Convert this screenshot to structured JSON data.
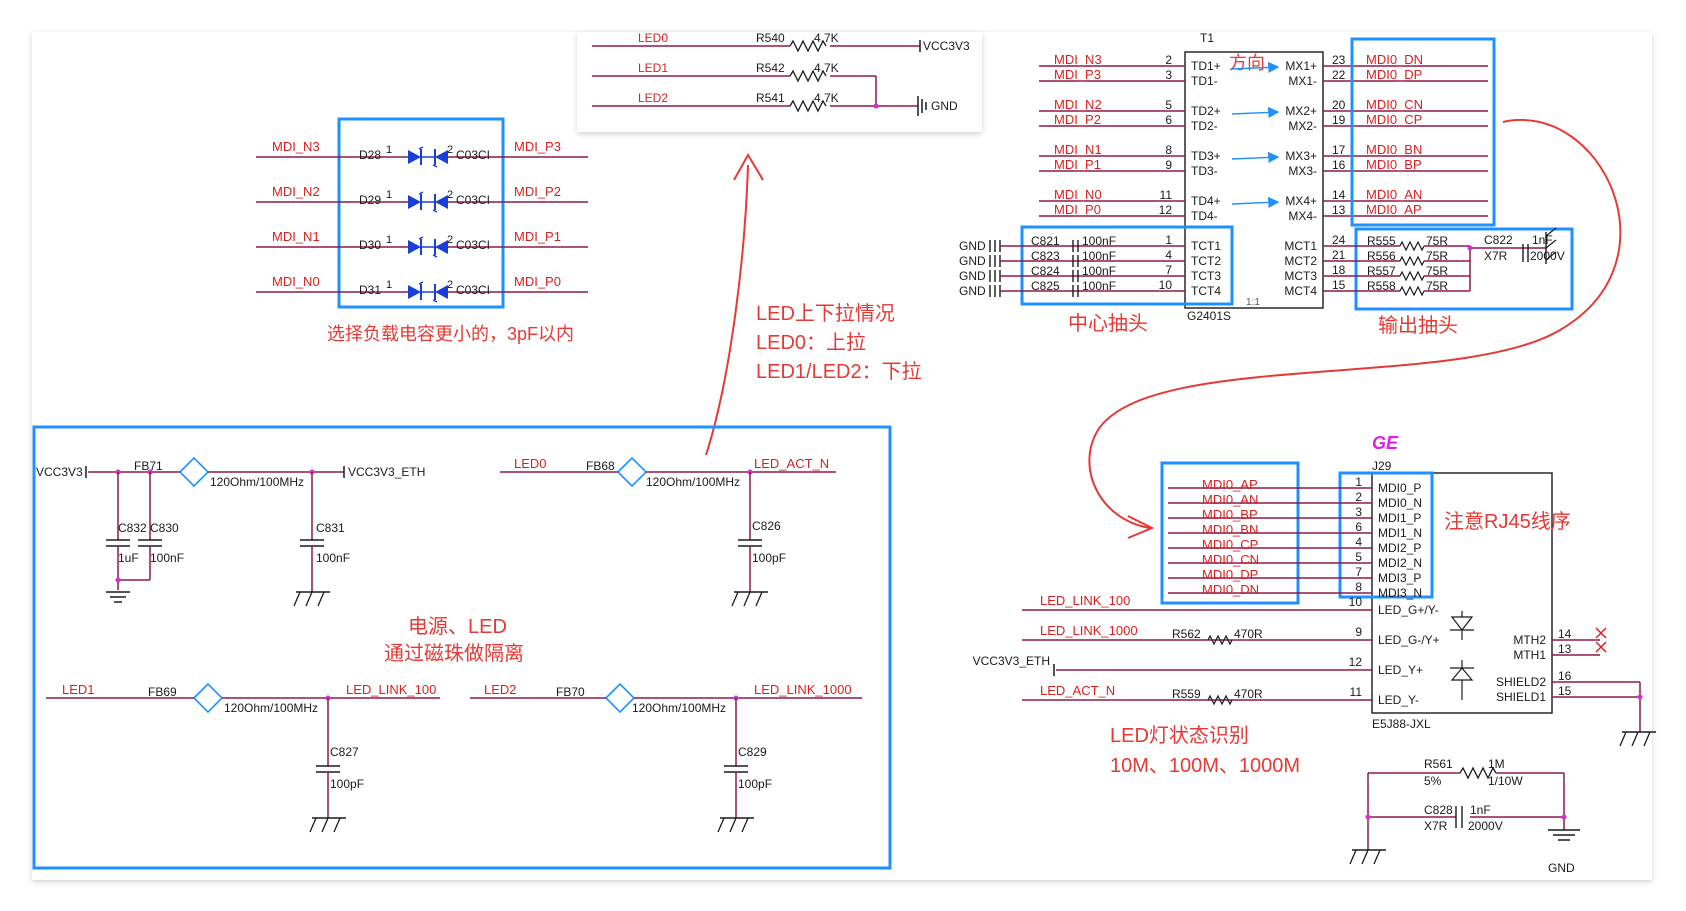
{
  "colors": {
    "wire": "#8b1a4a",
    "label": "#d81f1f",
    "pin": "#1a1a1a",
    "box": "#1e90ff",
    "note": "#e53935",
    "diode": "#1a3fd6",
    "magenta": "#e020e0",
    "junction": "#d62bd6"
  },
  "led_pull": {
    "rows": [
      {
        "net": "LED0",
        "res": "R540",
        "val": "4.7K",
        "end": "VCC3V3"
      },
      {
        "net": "LED1",
        "res": "R542",
        "val": "4.7K",
        "end": ""
      },
      {
        "net": "LED2",
        "res": "R541",
        "val": "4.7K",
        "end": "GND"
      }
    ]
  },
  "diodes": {
    "rows": [
      {
        "left": "MDI_N3",
        "ref": "D28",
        "p1": "1",
        "p2": "2",
        "part": "C03CI",
        "right": "MDI_P3"
      },
      {
        "left": "MDI_N2",
        "ref": "D29",
        "p1": "1",
        "p2": "2",
        "part": "C03CI",
        "right": "MDI_P2"
      },
      {
        "left": "MDI_N1",
        "ref": "D30",
        "p1": "1",
        "p2": "2",
        "part": "C03CI",
        "right": "MDI_P1"
      },
      {
        "left": "MDI_N0",
        "ref": "D31",
        "p1": "1",
        "p2": "2",
        "part": "C03CI",
        "right": "MDI_P0"
      }
    ],
    "note": "选择负载电容更小的，3pF以内"
  },
  "led_note": {
    "lines": [
      "LED上下拉情况",
      "LED0：上拉",
      "LED1/LED2：下拉"
    ]
  },
  "transformer": {
    "ref": "T1",
    "part": "G2401S",
    "ratio": "1:1",
    "direction_label": "方向",
    "left_nets": [
      [
        "MDI_N3",
        "2",
        "TD1+"
      ],
      [
        "MDI_P3",
        "3",
        "TD1-"
      ],
      [
        "MDI_N2",
        "5",
        "TD2+"
      ],
      [
        "MDI_P2",
        "6",
        "TD2-"
      ],
      [
        "MDI_N1",
        "8",
        "TD3+"
      ],
      [
        "MDI_P1",
        "9",
        "TD3-"
      ],
      [
        "MDI_N0",
        "11",
        "TD4+"
      ],
      [
        "MDI_P0",
        "12",
        "TD4-"
      ]
    ],
    "right_nets": [
      [
        "MX1+",
        "23",
        "MDI0_DN"
      ],
      [
        "MX1-",
        "22",
        "MDI0_DP"
      ],
      [
        "MX2+",
        "20",
        "MDI0_CN"
      ],
      [
        "MX2-",
        "19",
        "MDI0_CP"
      ],
      [
        "MX3+",
        "17",
        "MDI0_BN"
      ],
      [
        "MX3-",
        "16",
        "MDI0_BP"
      ],
      [
        "MX4+",
        "14",
        "MDI0_AN"
      ],
      [
        "MX4-",
        "13",
        "MDI0_AP"
      ]
    ],
    "center_caps": [
      [
        "GND",
        "C821",
        "100nF",
        "1",
        "TCT1"
      ],
      [
        "GND",
        "C823",
        "100nF",
        "4",
        "TCT2"
      ],
      [
        "GND",
        "C824",
        "100nF",
        "7",
        "TCT3"
      ],
      [
        "GND",
        "C825",
        "100nF",
        "10",
        "TCT4"
      ]
    ],
    "mct": [
      [
        "MCT1",
        "24",
        "R555",
        "75R"
      ],
      [
        "MCT2",
        "21",
        "R556",
        "75R"
      ],
      [
        "MCT3",
        "18",
        "R557",
        "75R"
      ],
      [
        "MCT4",
        "15",
        "R558",
        "75R"
      ]
    ],
    "c822": {
      "ref": "C822",
      "v1": "1nF",
      "v2": "X7R",
      "v3": "2000V"
    },
    "center_label": "中心抽头",
    "output_label": "输出抽头"
  },
  "power": {
    "vcc_in": "VCC3V3",
    "vcc_out": "VCC3V3_ETH",
    "fb71": "FB71",
    "fb_val": "120Ohm/100MHz",
    "caps": [
      {
        "ref": "C832",
        "val": "1uF"
      },
      {
        "ref": "C830",
        "val": "100nF"
      },
      {
        "ref": "C831",
        "val": "100nF"
      }
    ],
    "led0_in": "LED0",
    "fb68": "FB68",
    "led_act": "LED_ACT_N",
    "c826": "C826",
    "c826v": "100pF",
    "led1_in": "LED1",
    "fb69": "FB69",
    "led_l100": "LED_LINK_100",
    "c827": "C827",
    "c827v": "100pF",
    "led2_in": "LED2",
    "fb70": "FB70",
    "led_l1000": "LED_LINK_1000",
    "c829": "C829",
    "c829v": "100pF",
    "note1": "电源、LED",
    "note2": "通过磁珠做隔离"
  },
  "rj45": {
    "title": "GE",
    "ref": "J29",
    "part": "E5J88-JXL",
    "rows": [
      [
        "MDI0_AP",
        "1",
        "MDI0_P"
      ],
      [
        "MDI0_AN",
        "2",
        "MDI0_N"
      ],
      [
        "MDI0_BP",
        "3",
        "MDI1_P"
      ],
      [
        "MDI0_BN",
        "6",
        "MDI1_N"
      ],
      [
        "MDI0_CP",
        "4",
        "MDI2_P"
      ],
      [
        "MDI0_CN",
        "5",
        "MDI2_N"
      ],
      [
        "MDI0_DP",
        "7",
        "MDI3_P"
      ],
      [
        "MDI0_DN",
        "8",
        "MDI3_N"
      ]
    ],
    "note": "注意RJ45线序",
    "led_rows": [
      [
        "LED_LINK_100",
        "",
        "",
        "10",
        "LED_G+/Y-"
      ],
      [
        "LED_LINK_1000",
        "R562",
        "470R",
        "9",
        "LED_G-/Y+"
      ],
      [
        "VCC3V3_ETH",
        "",
        "",
        "12",
        "LED_Y+"
      ],
      [
        "LED_ACT_N",
        "R559",
        "470R",
        "11",
        "LED_Y-"
      ]
    ],
    "mth": [
      [
        "MTH2",
        "14"
      ],
      [
        "MTH1",
        "13"
      ],
      [
        "SHIELD2",
        "16"
      ],
      [
        "SHIELD1",
        "15"
      ]
    ],
    "led_note1": "LED灯状态识别",
    "led_note2": "10M、100M、1000M",
    "r561": {
      "ref": "R561",
      "v1": "1M",
      "v2": "5%",
      "v3": "1/10W"
    },
    "c828": {
      "ref": "C828",
      "v1": "1nF",
      "v2": "X7R",
      "v3": "2000V"
    },
    "gnd": "GND"
  }
}
